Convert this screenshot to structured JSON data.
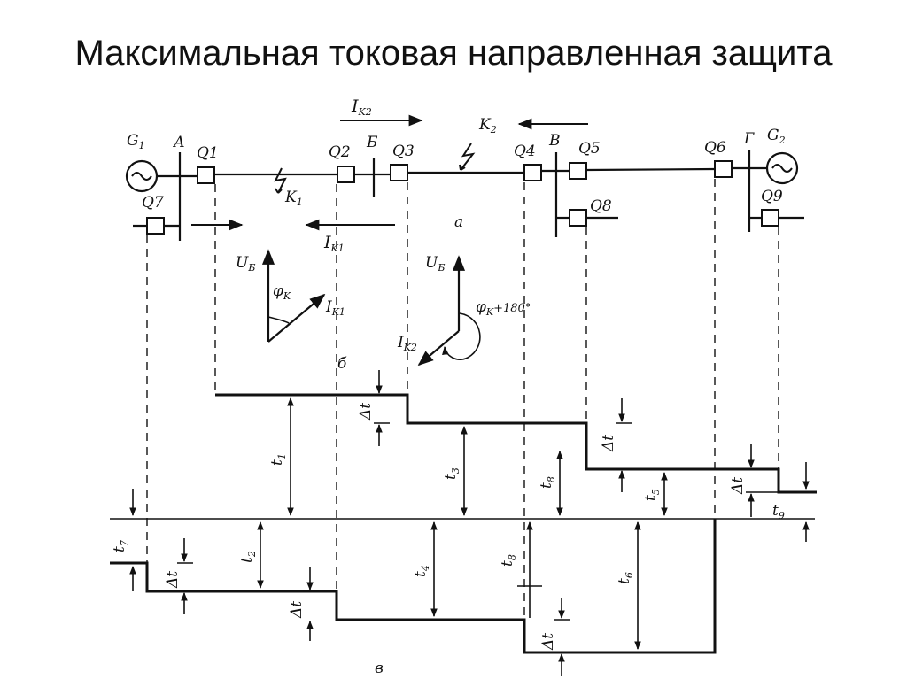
{
  "title": "Максимальная токовая направленная защита",
  "labels": {
    "G1": "G",
    "G1_sub": "1",
    "G2": "G",
    "G2_sub": "2",
    "A": "А",
    "B": "Б",
    "V": "В",
    "G": "Г",
    "Q1": "Q1",
    "Q2": "Q2",
    "Q3": "Q3",
    "Q4": "Q4",
    "Q5": "Q5",
    "Q6": "Q6",
    "Q7": "Q7",
    "Q8": "Q8",
    "Q9": "Q9",
    "K1": "K",
    "K1_sub": "1",
    "K2": "K",
    "K2_sub": "2",
    "IK2": "I",
    "IK2_sub": "K2",
    "IK1": "I",
    "IK1_sub": "K1",
    "a": "a",
    "b": "б",
    "v": "в",
    "UB1": "U",
    "UB1_sub": "Б",
    "UB2": "U",
    "UB2_sub": "Б",
    "phiK": "φ",
    "phiK_sub": "K",
    "phiK2": "φ",
    "phiK2_sub": "K",
    "phiK2_suffix": "+180°",
    "IK1v": "I",
    "IK1v_sub": "K1",
    "IK2v": "I",
    "IK2v_sub": "K2",
    "t1": "t",
    "t1_sub": "1",
    "t2": "t",
    "t2_sub": "2",
    "t3": "t",
    "t3_sub": "3",
    "t4": "t",
    "t4_sub": "4",
    "t5": "t",
    "t5_sub": "5",
    "t6": "t",
    "t6_sub": "6",
    "t7": "t",
    "t7_sub": "7",
    "t8a": "t",
    "t8a_sub": "8",
    "t8b": "t",
    "t8b_sub": "8",
    "t9": "t",
    "t9_sub": "9",
    "dt": "Δt"
  }
}
